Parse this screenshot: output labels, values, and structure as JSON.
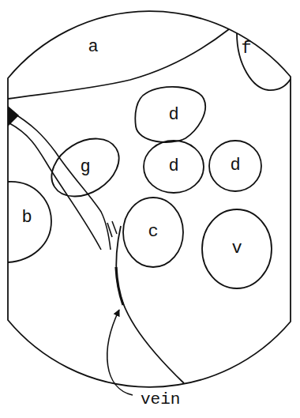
{
  "diagram": {
    "nodes": [
      {
        "text": [
          "a"
        ]
      },
      {
        "text": [
          "f"
        ]
      },
      {
        "text": [
          "d"
        ]
      },
      {
        "text": [
          "g"
        ]
      },
      {
        "text": [
          "d"
        ]
      },
      {
        "text": [
          "d"
        ]
      },
      {
        "text": [
          "b"
        ]
      },
      {
        "text": [
          "c"
        ]
      },
      {
        "text": [
          "v"
        ]
      }
    ],
    "labels": [
      "vein"
    ]
  }
}
